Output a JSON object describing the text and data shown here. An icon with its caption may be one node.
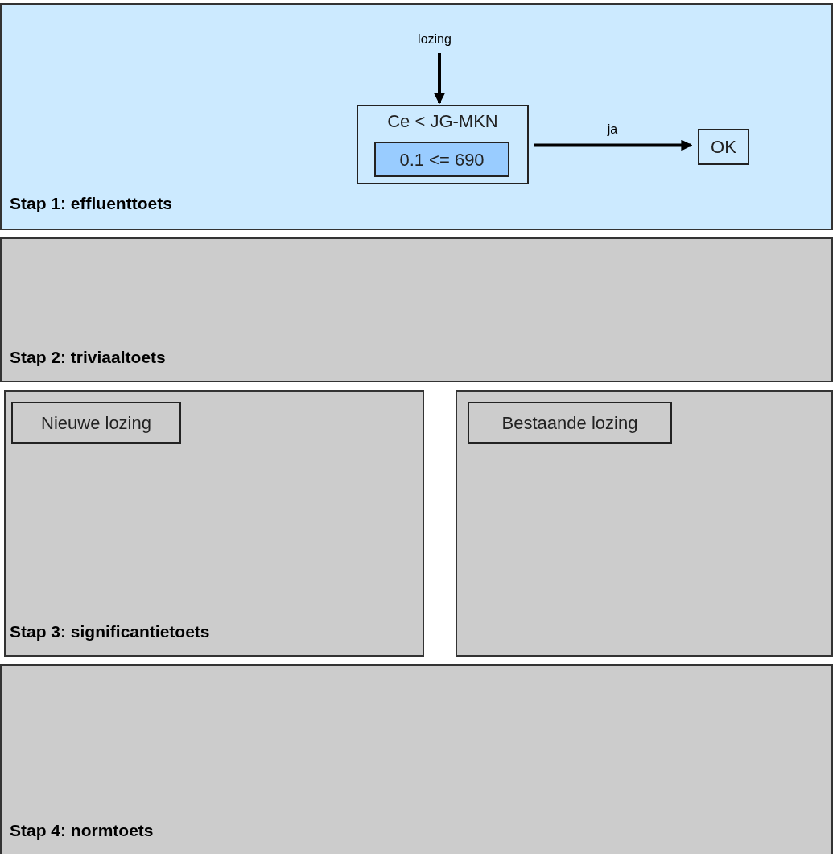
{
  "diagram": {
    "nodes": [
      {
        "text": [
          "Stap 1: effluenttoets"
        ]
      },
      {
        "text": [
          "lozing"
        ],
        "in": 0
      },
      {
        "text": [
          "Ce < JG-MKN"
        ],
        "in": 0
      },
      {
        "text": [
          "0.1 <= 690"
        ],
        "in": 2
      },
      {
        "text": [
          "OK"
        ],
        "in": 0
      },
      {
        "text": [
          "Stap 2: triviaaltoets"
        ]
      },
      {
        "text": [
          "Stap 3: significantietoets"
        ]
      },
      {
        "text": [
          "Nieuwe lozing"
        ],
        "in": 6
      },
      {
        "text": [],
        "shape": "box"
      },
      {
        "text": [
          "Bestaande lozing"
        ],
        "in": 8
      },
      {
        "text": [
          "Stap 4: normtoets"
        ]
      }
    ],
    "edges": [
      {
        "from": 1,
        "to": 2,
        "arrow": "to"
      },
      {
        "from": 2,
        "to": 4,
        "arrow": "to",
        "label": "ja"
      }
    ]
  }
}
